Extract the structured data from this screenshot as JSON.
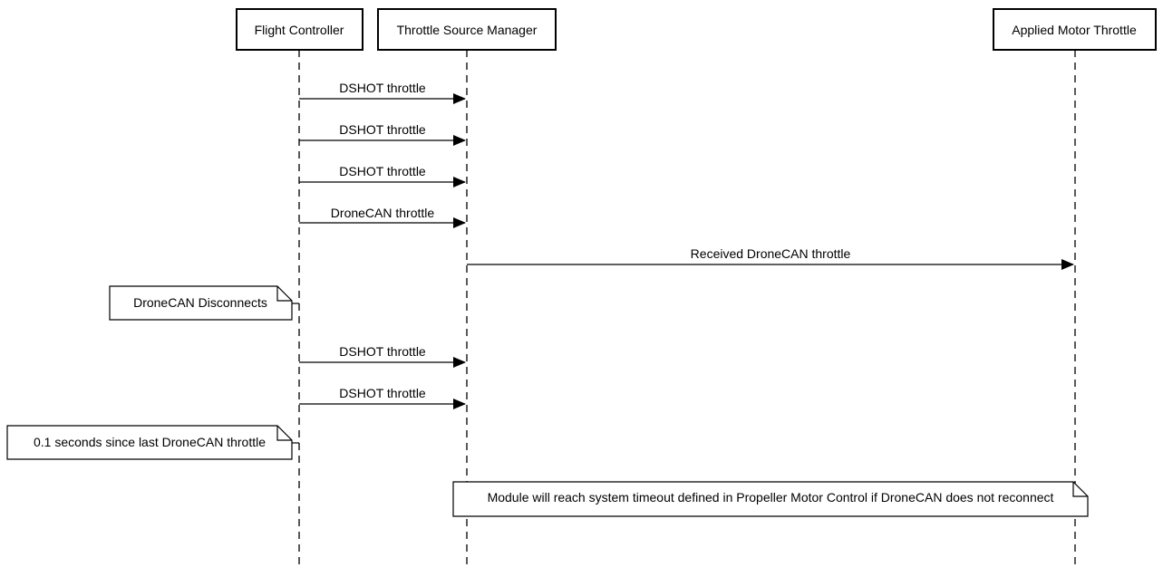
{
  "participants": {
    "flight_controller": "Flight Controller",
    "throttle_source_manager": "Throttle Source Manager",
    "applied_motor_throttle": "Applied Motor Throttle"
  },
  "messages": [
    {
      "from": "flight_controller",
      "to": "throttle_source_manager",
      "label": "DSHOT throttle"
    },
    {
      "from": "flight_controller",
      "to": "throttle_source_manager",
      "label": "DSHOT throttle"
    },
    {
      "from": "flight_controller",
      "to": "throttle_source_manager",
      "label": "DSHOT throttle"
    },
    {
      "from": "flight_controller",
      "to": "throttle_source_manager",
      "label": "DroneCAN throttle"
    },
    {
      "from": "throttle_source_manager",
      "to": "applied_motor_throttle",
      "label": "Received DroneCAN throttle"
    },
    {
      "from": "flight_controller",
      "to": "throttle_source_manager",
      "label": "DSHOT throttle"
    },
    {
      "from": "flight_controller",
      "to": "throttle_source_manager",
      "label": "DSHOT throttle"
    }
  ],
  "notes": [
    {
      "attached_to": "flight_controller",
      "text": "DroneCAN Disconnects"
    },
    {
      "attached_to": "flight_controller",
      "text": "0.1 seconds since last DroneCAN throttle"
    },
    {
      "attached_to": "throttle_source_manager",
      "text": "Module will reach system timeout defined in Propeller Motor Control if DroneCAN does not reconnect"
    }
  ]
}
